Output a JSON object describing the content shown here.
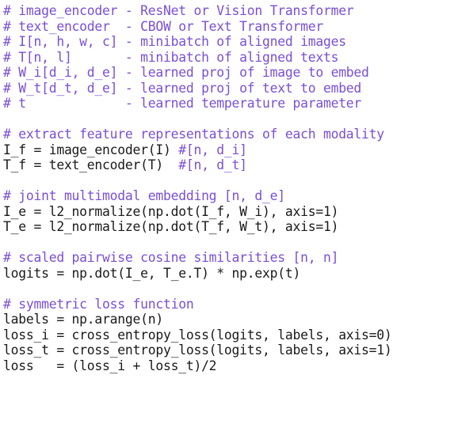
{
  "code_lines": [
    {
      "type": "comment",
      "text": "# image_encoder - ResNet or Vision Transformer"
    },
    {
      "type": "comment",
      "text": "# text_encoder  - CBOW or Text Transformer"
    },
    {
      "type": "comment",
      "text": "# I[n, h, w, c] - minibatch of aligned images"
    },
    {
      "type": "comment",
      "text": "# T[n, l]       - minibatch of aligned texts"
    },
    {
      "type": "comment",
      "text": "# W_i[d_i, d_e] - learned proj of image to embed"
    },
    {
      "type": "comment",
      "text": "# W_t[d_t, d_e] - learned proj of text to embed"
    },
    {
      "type": "comment",
      "text": "# t             - learned temperature parameter"
    },
    {
      "type": "blank",
      "text": ""
    },
    {
      "type": "comment",
      "text": "# extract feature representations of each modality"
    },
    {
      "type": "mixed",
      "code": "I_f = image_encoder(I) ",
      "comment": "#[n, d_i]"
    },
    {
      "type": "mixed",
      "code": "T_f = text_encoder(T)  ",
      "comment": "#[n, d_t]"
    },
    {
      "type": "blank",
      "text": ""
    },
    {
      "type": "comment",
      "text": "# joint multimodal embedding [n, d_e]"
    },
    {
      "type": "code",
      "text": "I_e = l2_normalize(np.dot(I_f, W_i), axis=1)"
    },
    {
      "type": "code",
      "text": "T_e = l2_normalize(np.dot(T_f, W_t), axis=1)"
    },
    {
      "type": "blank",
      "text": ""
    },
    {
      "type": "comment",
      "text": "# scaled pairwise cosine similarities [n, n]"
    },
    {
      "type": "code",
      "text": "logits = np.dot(I_e, T_e.T) * np.exp(t)"
    },
    {
      "type": "blank",
      "text": ""
    },
    {
      "type": "comment",
      "text": "# symmetric loss function"
    },
    {
      "type": "code",
      "text": "labels = np.arange(n)"
    },
    {
      "type": "code",
      "text": "loss_i = cross_entropy_loss(logits, labels, axis=0)"
    },
    {
      "type": "code",
      "text": "loss_t = cross_entropy_loss(logits, labels, axis=1)"
    },
    {
      "type": "code",
      "text": "loss   = (loss_i + loss_t)/2"
    }
  ],
  "colors": {
    "comment": "#7a4fd6",
    "code": "#1a1a1a",
    "background": "#ffffff"
  }
}
